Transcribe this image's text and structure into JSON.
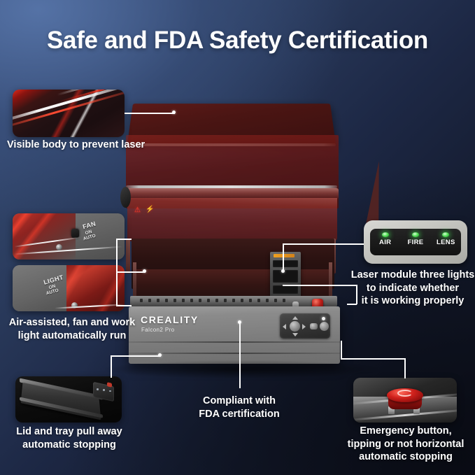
{
  "title": "Safe and FDA Safety Certification",
  "theme": {
    "bg_top_left": "#3d5480",
    "bg_bottom_right": "#10131e",
    "text": "#ffffff",
    "led_green": "#57e05a",
    "accent_red": "#c8221c",
    "lid_red": "#5c1a18"
  },
  "callouts": {
    "visible_body": {
      "caption": "Visible body to prevent laser",
      "thumb_name": "red-lid-closeup-thumbnail"
    },
    "auto_run": {
      "caption_line1": "Air-assisted, fan and work",
      "caption_line2": "light automatically run",
      "fan_switch": {
        "title": "FAN",
        "on": "ON",
        "auto": "AUTO"
      },
      "light_switch": {
        "title": "LIGHT",
        "on": "ON",
        "auto": "AUTO"
      }
    },
    "laser_lights": {
      "caption_line1": "Laser module three lights",
      "caption_line2": "to indicate whether",
      "caption_line3": "it is working properly",
      "leds": [
        {
          "label": "AIR",
          "state": "on"
        },
        {
          "label": "FIRE",
          "state": "on"
        },
        {
          "label": "LENS",
          "state": "on"
        }
      ]
    },
    "fda": {
      "caption_line1": "Compliant with",
      "caption_line2": "FDA certification"
    },
    "lid_tray": {
      "caption_line1": "Lid and tray pull away",
      "caption_line2": "automatic stopping",
      "thumb_name": "lid-tray-thumbnail"
    },
    "emergency": {
      "caption_line1": "Emergency button,",
      "caption_line2": "tipping or not horizontal",
      "caption_line3": "automatic stopping",
      "thumb_name": "emergency-button-thumbnail"
    }
  },
  "machine": {
    "brand": "CREALITY",
    "model": "Falcon2 Pro"
  }
}
